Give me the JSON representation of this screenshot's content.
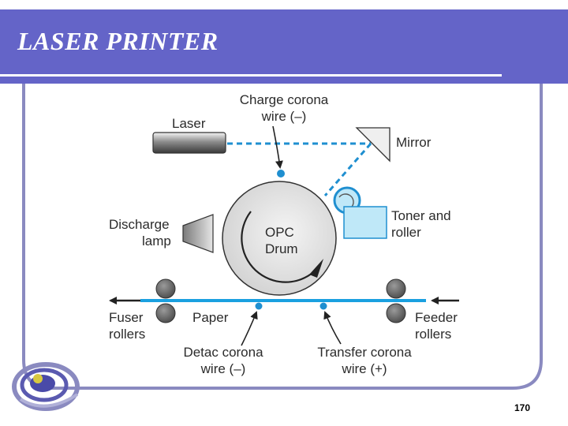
{
  "slide": {
    "title": "LASER PRINTER",
    "page_number": "170"
  },
  "diagram": {
    "laser": "Laser",
    "charge_corona": [
      "Charge corona",
      "wire (–)"
    ],
    "mirror": "Mirror",
    "toner": [
      "Toner and",
      "roller"
    ],
    "discharge_lamp": [
      "Discharge",
      "lamp"
    ],
    "drum": [
      "OPC",
      "Drum"
    ],
    "fuser": [
      "Fuser",
      "rollers"
    ],
    "paper": "Paper",
    "feeder": [
      "Feeder",
      "rollers"
    ],
    "detac_corona": [
      "Detac corona",
      "wire (–)"
    ],
    "transfer_corona": [
      "Transfer corona",
      "wire (+)"
    ]
  },
  "colors": {
    "header": "#6464c8",
    "beam": "#1f8fd0",
    "paper_line": "#1aa0e0",
    "toner_fill": "#bfe8f8",
    "frame": "#8a8ac0"
  }
}
